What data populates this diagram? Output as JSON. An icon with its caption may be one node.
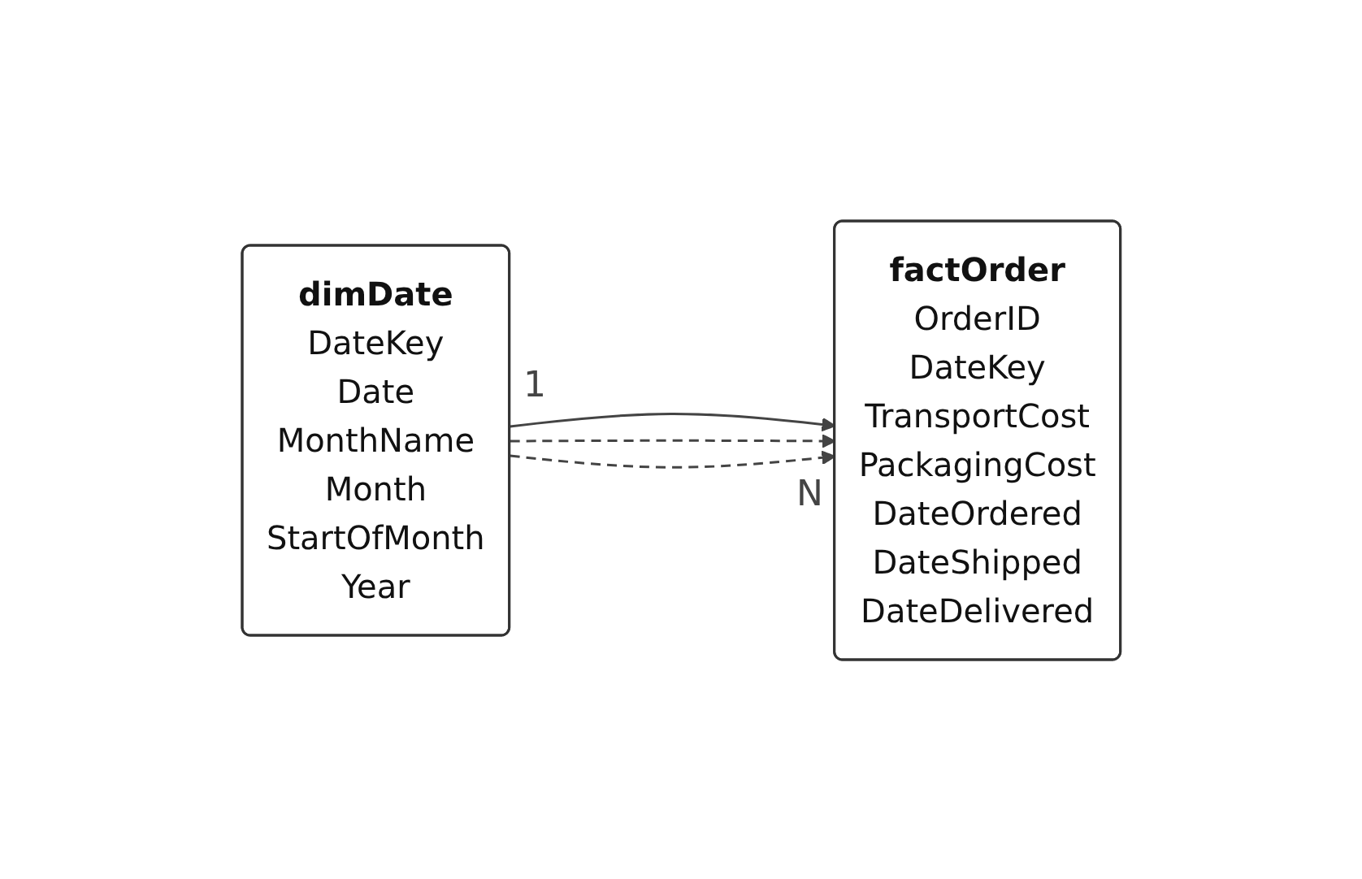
{
  "diagram": {
    "nodes": [
      {
        "text": [
          "dimDate",
          "DateKey",
          "Date",
          "MonthName",
          "Month",
          "StartOfMonth",
          "Year"
        ]
      },
      {
        "text": [
          "factOrder",
          "OrderID",
          "DateKey",
          "TransportCost",
          "PackagingCost",
          "DateOrdered",
          "DateShipped",
          "DateDelivered"
        ]
      }
    ],
    "edges": [
      {
        "from": 0,
        "to": 1,
        "arrow": "to"
      },
      {
        "from": 0,
        "to": 1,
        "arrow": "to",
        "style": "dashed"
      },
      {
        "from": 0,
        "to": 1,
        "arrow": "to",
        "style": "dashed"
      }
    ],
    "labels": [
      "1",
      "N"
    ]
  }
}
